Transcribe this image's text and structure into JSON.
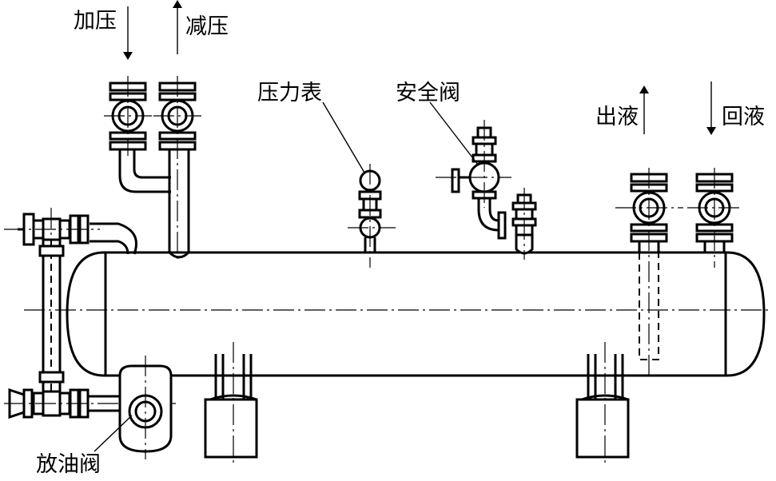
{
  "labels": {
    "pressurize": "加压",
    "depressurize": "减压",
    "pressure_gauge": "压力表",
    "safety_valve": "安全阀",
    "liquid_out": "出液",
    "liquid_return": "回液",
    "oil_drain_valve": "放油阀"
  }
}
